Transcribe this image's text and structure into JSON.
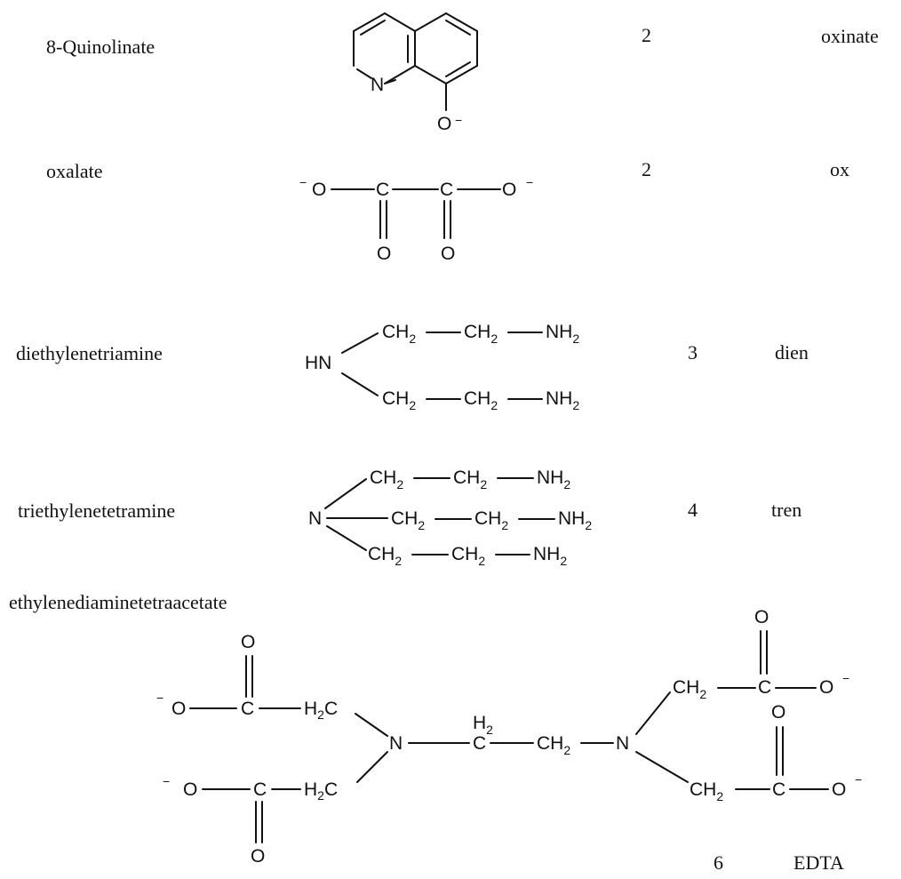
{
  "ligands": [
    {
      "name": "8-Quinolinate",
      "denticity": "2",
      "abbreviation": "oxinate"
    },
    {
      "name": "oxalate",
      "denticity": "2",
      "abbreviation": "ox"
    },
    {
      "name": "diethylenetriamine",
      "denticity": "3",
      "abbreviation": "dien"
    },
    {
      "name": "triethylenetetramine",
      "denticity": "4",
      "abbreviation": "tren"
    },
    {
      "name": "ethylenediaminetetraacetate",
      "denticity": "6",
      "abbreviation": "EDTA"
    }
  ],
  "atoms": {
    "N": "N",
    "O": "O",
    "C": "C",
    "HN": "HN",
    "CH": "CH",
    "H": "H",
    "sub2": "2",
    "minus": "−"
  }
}
